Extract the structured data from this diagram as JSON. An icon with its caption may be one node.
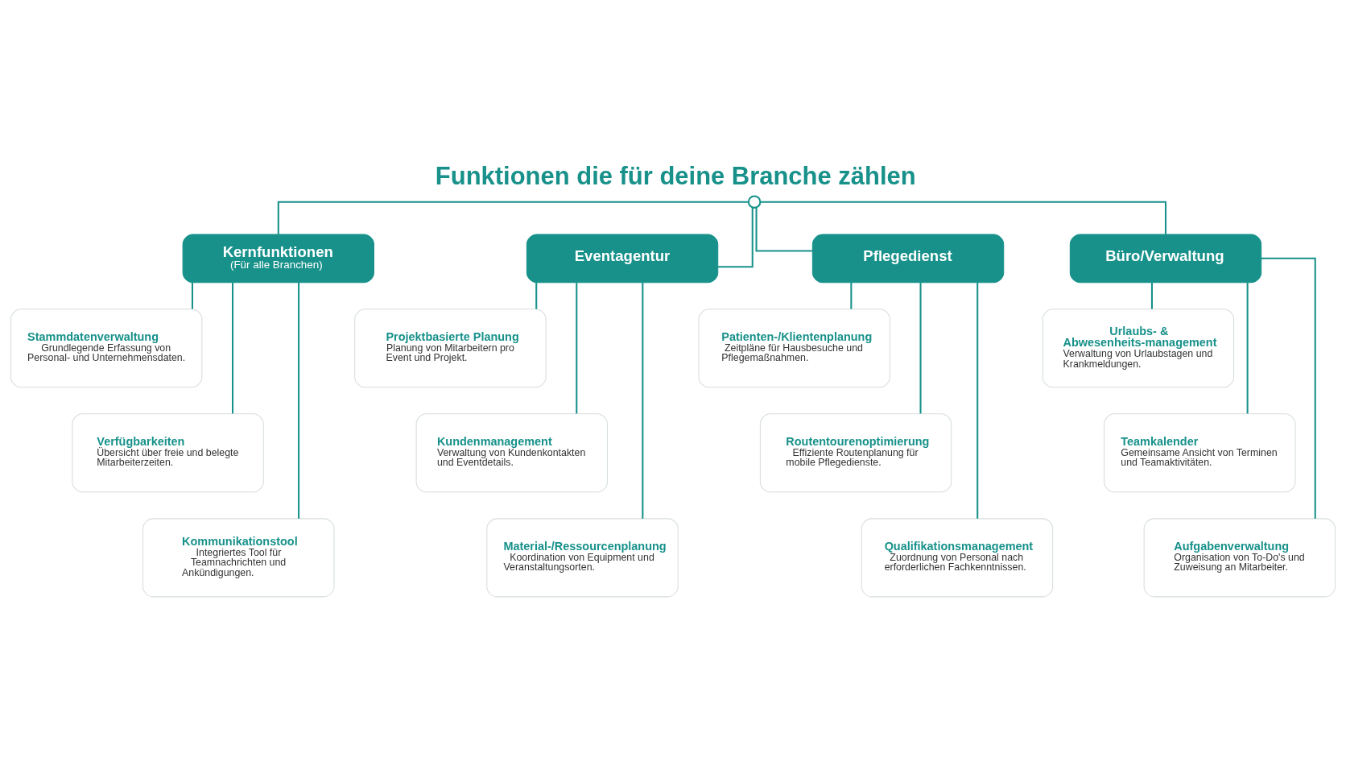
{
  "diagram": {
    "title": "Funktionen die für deine Branche zählen",
    "nodes": [
      {
        "text": [],
        "shape": "circle"
      },
      {
        "text": [
          "Kernfunktionen",
          "(Für alle Branchen)"
        ]
      },
      {
        "text": [
          "Eventagentur"
        ]
      },
      {
        "text": [
          "Pflegedienst"
        ]
      },
      {
        "text": [
          "Büro/Verwaltung"
        ]
      },
      {
        "text": [
          "Stammdatenverwaltung",
          "Grundlegende Erfassung von Personal- und Unternehmensdaten."
        ]
      },
      {
        "text": [
          "Verfügbarkeiten",
          "Übersicht über freie und belegte Mitarbeiterzeiten."
        ]
      },
      {
        "text": [
          "Kommunikationstool",
          "Integriertes Tool für Teamnachrichten und Ankündigungen."
        ]
      },
      {
        "text": [
          "Projektbasierte Planung",
          "Planung von Mitarbeitern pro Event und Projekt."
        ]
      },
      {
        "text": [
          "Kundenmanagement",
          "Verwaltung von Kundenkontakten und Eventdetails."
        ]
      },
      {
        "text": [
          "Material-/Ressourcenplanung",
          "Koordination von Equipment und Veranstaltungsorten."
        ]
      },
      {
        "text": [
          "Patienten-/Klientenplanung",
          "Zeitpläne für Hausbesuche und Pflegemaßnahmen."
        ]
      },
      {
        "text": [
          "Routentourenoptimierung",
          "Effiziente Routenplanung für mobile Pflegedienste."
        ]
      },
      {
        "text": [
          "Qualifikationsmanagement",
          "Zuordnung von Personal nach erforderlichen Fachkenntnissen."
        ]
      },
      {
        "text": [
          "Urlaubs- & Abwesenheits-management",
          "Verwaltung von Urlaubstagen und Krankmeldungen."
        ]
      },
      {
        "text": [
          "Teamkalender",
          "Gemeinsame Ansicht von Terminen und Teamaktivitäten."
        ]
      },
      {
        "text": [
          "Aufgabenverwaltung",
          "Organisation von To-Do's und Zuweisung an Mitarbeiter."
        ]
      }
    ],
    "edges": [
      {
        "from": 0,
        "to": 1,
        "arrow": "none"
      },
      {
        "from": 0,
        "to": 2,
        "arrow": "none"
      },
      {
        "from": 0,
        "to": 3,
        "arrow": "none"
      },
      {
        "from": 0,
        "to": 4,
        "arrow": "none"
      },
      {
        "from": 1,
        "to": 5,
        "arrow": "none"
      },
      {
        "from": 1,
        "to": 6,
        "arrow": "none"
      },
      {
        "from": 1,
        "to": 7,
        "arrow": "none"
      },
      {
        "from": 2,
        "to": 8,
        "arrow": "none"
      },
      {
        "from": 2,
        "to": 9,
        "arrow": "none"
      },
      {
        "from": 2,
        "to": 10,
        "arrow": "none"
      },
      {
        "from": 3,
        "to": 11,
        "arrow": "none"
      },
      {
        "from": 3,
        "to": 12,
        "arrow": "none"
      },
      {
        "from": 3,
        "to": 13,
        "arrow": "none"
      },
      {
        "from": 4,
        "to": 14,
        "arrow": "none"
      },
      {
        "from": 4,
        "to": 15,
        "arrow": "none"
      },
      {
        "from": 4,
        "to": 16,
        "arrow": "none"
      }
    ]
  }
}
